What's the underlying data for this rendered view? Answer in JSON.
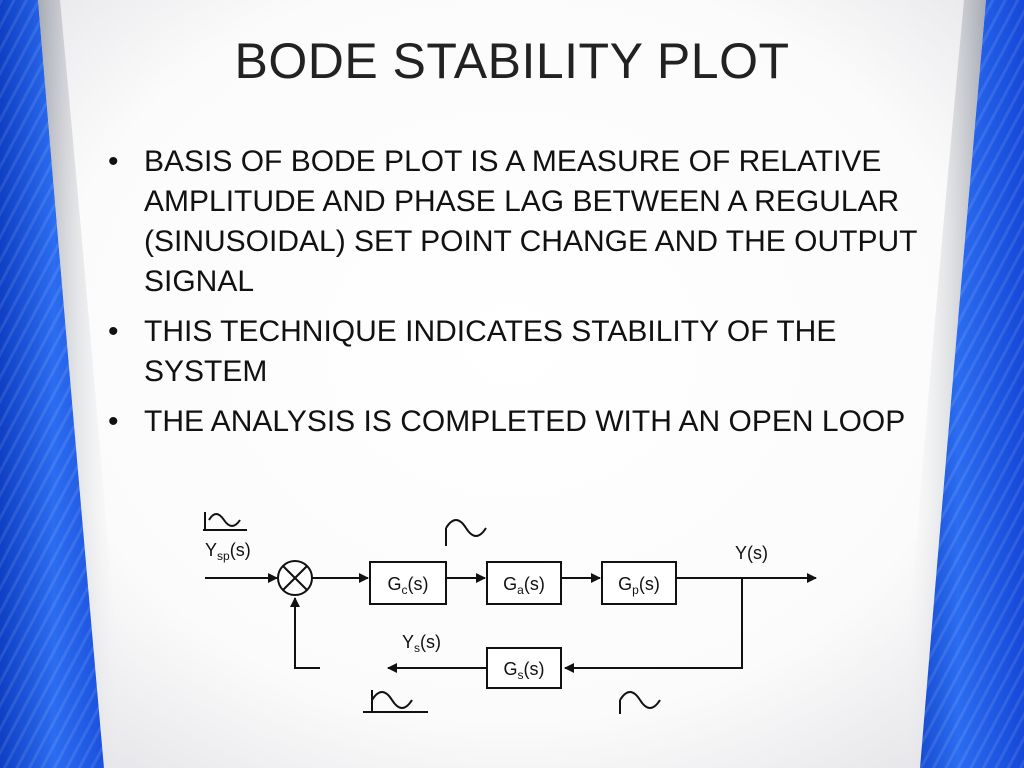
{
  "slide": {
    "title": "BODE STABILITY PLOT",
    "bullet_symbol": "•",
    "bullets": [
      "BASIS OF BODE PLOT IS A MEASURE OF RELATIVE AMPLITUDE AND PHASE LAG BETWEEN A REGULAR (SINUSOIDAL) SET POINT CHANGE AND THE OUTPUT SIGNAL",
      "THIS TECHNIQUE INDICATES STABILITY OF THE SYSTEM",
      "THE ANALYSIS IS COMPLETED WITH AN OPEN LOOP"
    ]
  },
  "diagram": {
    "input_label": {
      "main": "Y",
      "sub": "sp",
      "tail": "(s)"
    },
    "output_label": "Y(s)",
    "feedback_label": {
      "main": "Y",
      "sub": "s",
      "tail": "(s)"
    },
    "blocks": [
      {
        "main": "G",
        "sub": "c",
        "tail": "(s)"
      },
      {
        "main": "G",
        "sub": "a",
        "tail": "(s)"
      },
      {
        "main": "G",
        "sub": "p",
        "tail": "(s)"
      },
      {
        "main": "G",
        "sub": "s",
        "tail": "(s)"
      }
    ]
  }
}
